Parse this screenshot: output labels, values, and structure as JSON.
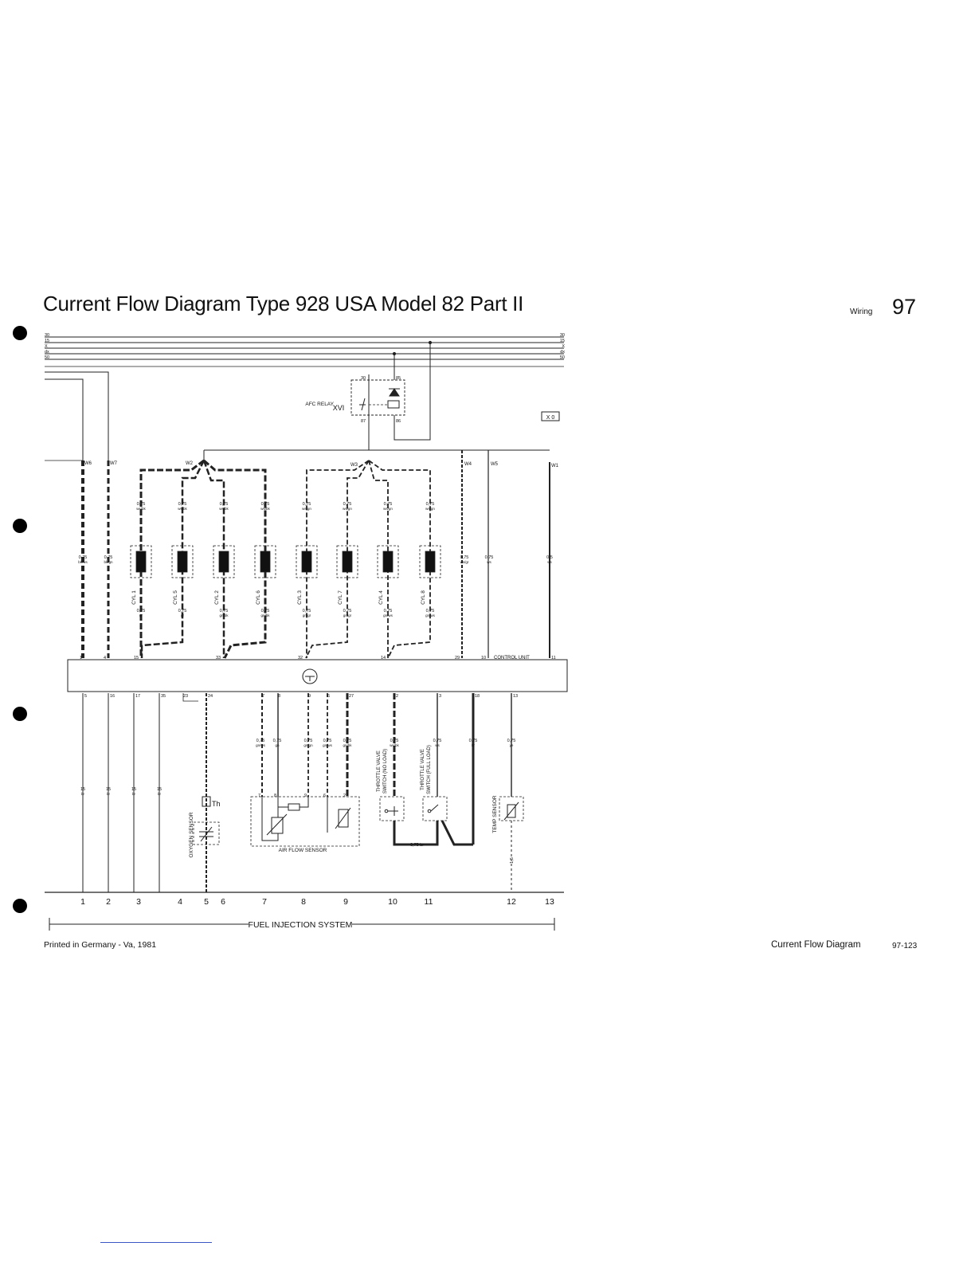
{
  "header": {
    "title": "Current Flow Diagram Type 928 USA  Model 82  Part II",
    "section_label": "Wiring",
    "section_number": "97"
  },
  "footer": {
    "printed": "Printed in Germany - Va, 1981",
    "title": "Current Flow Diagram",
    "page_code": "97-123"
  },
  "diagram": {
    "bus_lines": [
      "30",
      "15",
      "X",
      "dx",
      "50"
    ],
    "relay": {
      "roman": "XVI",
      "label": "AFC RELAY",
      "terminals": [
        "30",
        "85",
        "87",
        "86"
      ]
    },
    "relay_marker": "X 0",
    "wire_tags": [
      "W6",
      "W7",
      "W2",
      "W3",
      "W4",
      "W5",
      "W1"
    ],
    "injectors": [
      {
        "label": "CYL 1",
        "upper": "0,75",
        "upper_color": "ws/bk",
        "lower": "0,75",
        "lower_color": "gr"
      },
      {
        "label": "CYL 5",
        "upper": "0,75",
        "upper_color": "ws/bk",
        "lower": "0,75",
        "lower_color": "gr"
      },
      {
        "label": "CYL 2",
        "upper": "0,75",
        "upper_color": "ws/bk",
        "lower": "0,75",
        "lower_color": "gn/bk"
      },
      {
        "label": "CYL 6",
        "upper": "0,75",
        "upper_color": "ws/bk",
        "lower": "0,75",
        "lower_color": "gn/bk"
      },
      {
        "label": "CYL 3",
        "upper": "0,75",
        "upper_color": "ws/gn",
        "lower": "0,75",
        "lower_color": "gn/gr"
      },
      {
        "label": "CYL 7",
        "upper": "0,75",
        "upper_color": "ws/gn",
        "lower": "0,75",
        "lower_color": "gn/gr"
      },
      {
        "label": "CYL 4",
        "upper": "0,75",
        "upper_color": "ws/gn",
        "lower": "0,75",
        "lower_color": "gn/ws"
      },
      {
        "label": "CYL 8",
        "upper": "0,75",
        "upper_color": "ws/gn",
        "lower": "0,75",
        "lower_color": "gn/ws"
      }
    ],
    "left_wires": [
      {
        "size": "0,75",
        "color": "bk/ws"
      },
      {
        "size": "0,75",
        "color": "bk/gn"
      }
    ],
    "right_wires": [
      {
        "size": "0,75",
        "color": "ws/gr"
      },
      {
        "size": "0,75",
        "color": "ws"
      },
      {
        "size": "0,5",
        "color": "ws"
      }
    ],
    "control_unit": {
      "label": "CONTROL UNIT",
      "top_pins": [
        "1",
        "4",
        "15",
        "33",
        "32",
        "14",
        "29",
        "10",
        "11"
      ],
      "bottom_pins": [
        "5",
        "16",
        "17",
        "35",
        "23",
        "24",
        "7",
        "8",
        "9",
        "6",
        "27",
        "2",
        "3",
        "18",
        "13"
      ]
    },
    "lower_wires": [
      {
        "size": "0,75",
        "color": "gn/ws"
      },
      {
        "size": "0,75",
        "color": "gn"
      },
      {
        "size": "0,75",
        "color": "gn/gn"
      },
      {
        "size": "0,75",
        "color": "gn/ws"
      },
      {
        "size": "0,75",
        "color": "gn/bk"
      },
      {
        "size": "0,75",
        "color": "ws/bk"
      },
      {
        "size": "0,75",
        "color": "ws"
      },
      {
        "size": "0,75",
        "color": "br"
      },
      {
        "size": "0,75",
        "color": "ye"
      }
    ],
    "ground_wires": [
      {
        "size": "15",
        "color": "br"
      },
      {
        "size": "15",
        "color": "br"
      },
      {
        "size": "15",
        "color": "br"
      },
      {
        "size": "15",
        "color": "br"
      }
    ],
    "oxygen_sensor": "OXYGEN SENSOR",
    "temp_symbol": "Th",
    "air_flow_sensor": "AIR FLOW SENSOR",
    "afs_pins": [
      "7",
      "8",
      "9",
      "6",
      "27"
    ],
    "throttle_idle": [
      "THROTTLE VALVE",
      "SWITCH (NO LOAD)"
    ],
    "throttle_full": [
      "THROTTLE VALVE",
      "SWITCH (FULL LOAD)"
    ],
    "throttle_link_wire": "0,75 br",
    "temp_sensor": "TEMP SENSOR",
    "temp_wire": "1,5",
    "columns": [
      "1",
      "2",
      "3",
      "4",
      "5",
      "6",
      "7",
      "8",
      "9",
      "10",
      "11",
      "12",
      "13"
    ],
    "system_label": "FUEL INJECTION SYSTEM"
  }
}
